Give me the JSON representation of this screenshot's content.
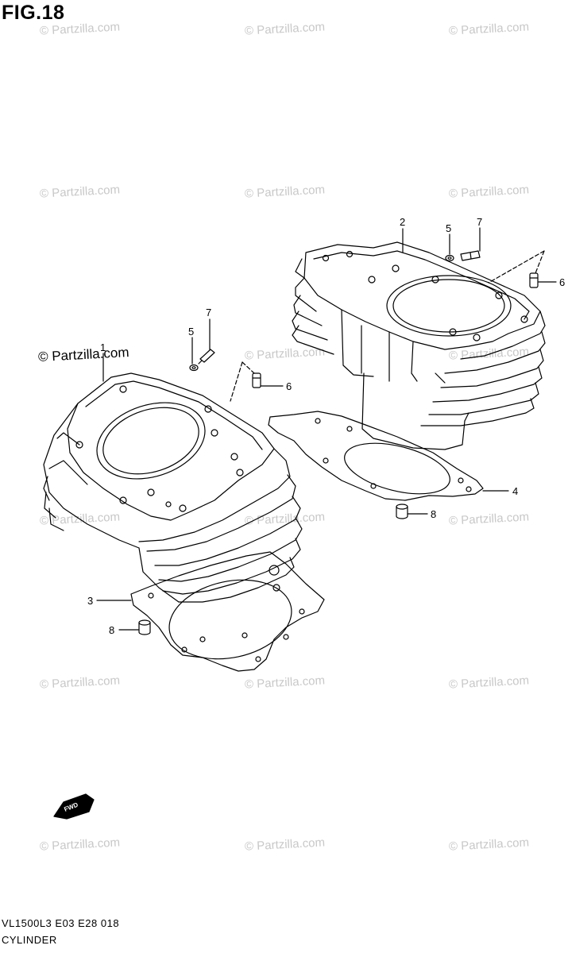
{
  "figure": {
    "title": "FIG.18",
    "model_code": "VL1500L3  E03  E28  018",
    "section_name": "CYLINDER"
  },
  "watermark": {
    "text": "© Partzilla.com"
  },
  "callouts": [
    "1",
    "2",
    "3",
    "4",
    "5",
    "7",
    "6",
    "5",
    "7",
    "6",
    "8",
    "8"
  ],
  "fwd_label": "FWD"
}
